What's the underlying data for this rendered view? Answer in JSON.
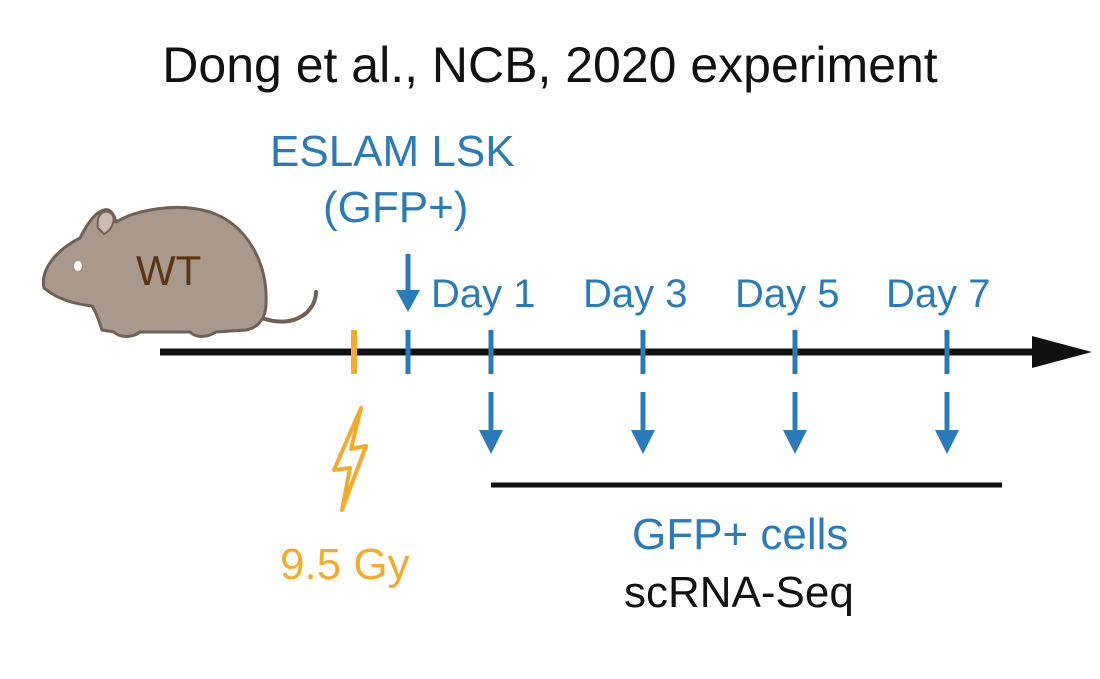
{
  "title": "Dong et al., NCB, 2020 experiment",
  "mouse": {
    "label": "WT",
    "icon": "mouse-icon"
  },
  "cells": {
    "line1": "ESLAM LSK",
    "line2": "(GFP+)"
  },
  "days": [
    "Day 1",
    "Day 3",
    "Day 5",
    "Day 7"
  ],
  "irradiation": {
    "dose": "9.5 Gy",
    "icon": "lightning-bolt-icon"
  },
  "readout": {
    "line1": "GFP+ cells",
    "line2": "scRNA-Seq"
  },
  "colors": {
    "blue": "#2b7bb9",
    "orange": "#f2ac2a",
    "timeline": "#111111",
    "mouse_fill": "#a9998c",
    "mouse_stroke": "#6f6155",
    "mouse_label": "#5a3512"
  }
}
